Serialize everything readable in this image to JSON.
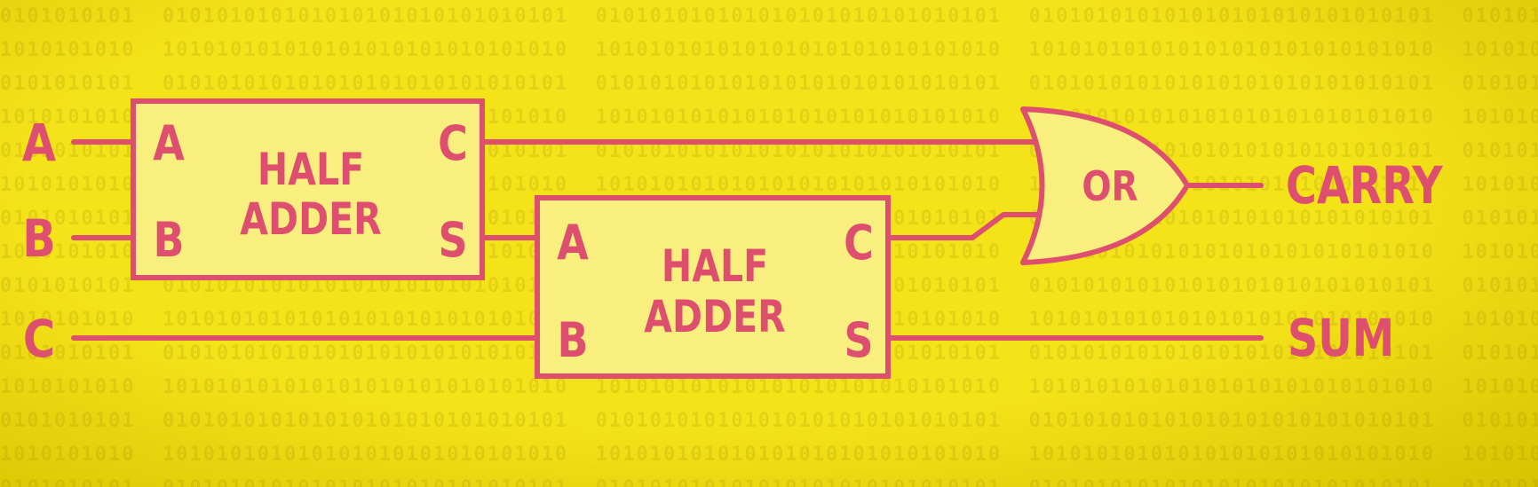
{
  "colors": {
    "background": "#f5e31a",
    "background_edge": "#d9c200",
    "block_fill": "#f9ef7e",
    "stroke": "#de4f6f",
    "text": "#de4f6f"
  },
  "background_texture": "0101010101010101010101010101010101010101010101010101010101010101010101010101010101010101010101010101010101010101010101010101010101010101",
  "inputs": {
    "a": "A",
    "b": "B",
    "c": "C"
  },
  "half_adder_1": {
    "title_line1": "HALF",
    "title_line2": "ADDER",
    "port_a": "A",
    "port_b": "B",
    "port_c": "C",
    "port_s": "S"
  },
  "half_adder_2": {
    "title_line1": "HALF",
    "title_line2": "ADDER",
    "port_a": "A",
    "port_b": "B",
    "port_c": "C",
    "port_s": "S"
  },
  "or_gate": {
    "label": "OR"
  },
  "outputs": {
    "carry": "CARRY",
    "sum": "SUM"
  }
}
